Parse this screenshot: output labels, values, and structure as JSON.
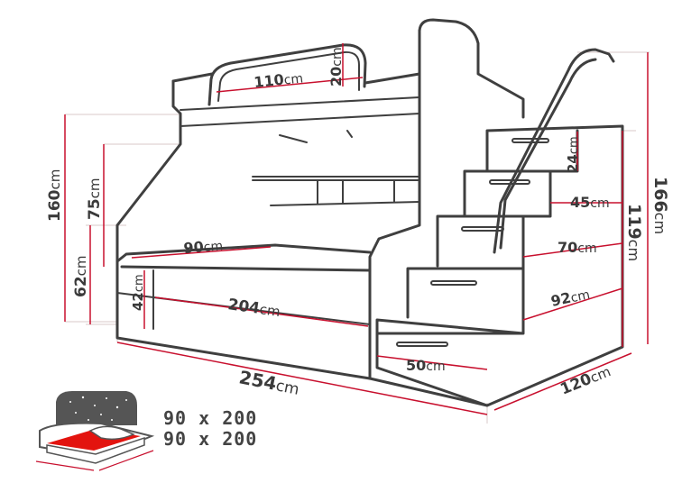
{
  "colors": {
    "outline": "#3f3f3f",
    "dimension_line": "#c8102e",
    "guide_line": "#d8c8c8",
    "text": "#3a3a3a",
    "mattress": "#e3140f"
  },
  "dimensions": {
    "rail_width": {
      "value": "110",
      "unit": "cm"
    },
    "rail_height": {
      "value": "20",
      "unit": "cm"
    },
    "total_height": {
      "value": "160",
      "unit": "cm"
    },
    "upper_height": {
      "value": "75",
      "unit": "cm"
    },
    "lower_height": {
      "value": "62",
      "unit": "cm"
    },
    "drawer_height": {
      "value": "42",
      "unit": "cm"
    },
    "bed_width": {
      "value": "90",
      "unit": "cm"
    },
    "bed_length": {
      "value": "204",
      "unit": "cm"
    },
    "overall_length": {
      "value": "254",
      "unit": "cm"
    },
    "step_24": {
      "value": "24",
      "unit": "cm"
    },
    "step_45": {
      "value": "45",
      "unit": "cm"
    },
    "step_70": {
      "value": "70",
      "unit": "cm"
    },
    "step_92": {
      "value": "92",
      "unit": "cm"
    },
    "step_50": {
      "value": "50",
      "unit": "cm"
    },
    "stairs_height": {
      "value": "119",
      "unit": "cm"
    },
    "stairs_total_height": {
      "value": "166",
      "unit": "cm"
    },
    "stairs_depth": {
      "value": "120",
      "unit": "cm"
    }
  },
  "legend": {
    "mattress_1": "90 x 200",
    "mattress_2": "90 x 200",
    "icon": "mattress-size-icon"
  }
}
